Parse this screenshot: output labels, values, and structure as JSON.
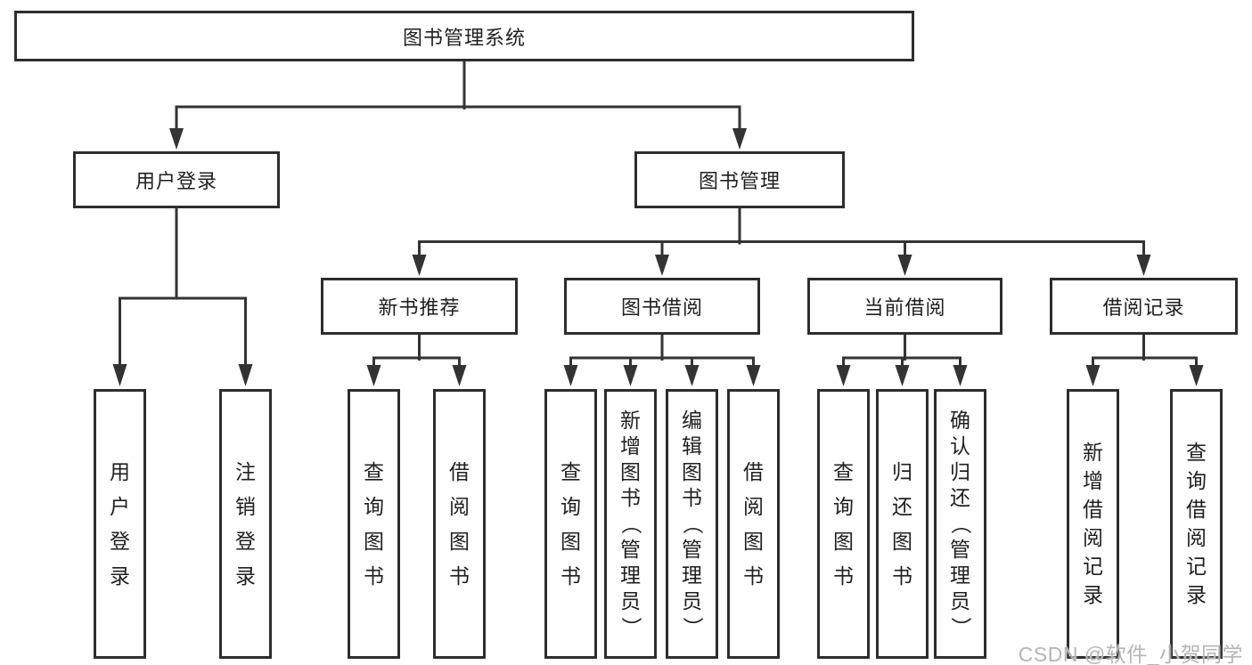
{
  "diagram": {
    "root": "图书管理系统",
    "level2": {
      "user_login": "用户登录",
      "book_management": "图书管理"
    },
    "level3": {
      "new_book_recommend": "新书推荐",
      "book_borrow": "图书借阅",
      "current_borrow": "当前借阅",
      "borrow_records": "借阅记录"
    },
    "leaves": {
      "user_login": "用户登录",
      "logout": "注销登录",
      "recommend_query_books": "查询图书",
      "recommend_borrow_books": "借阅图书",
      "borrow_query_books": "查询图书",
      "borrow_add_books_admin": "新增图书（管理员）",
      "borrow_edit_books_admin": "编辑图书（管理员）",
      "borrow_borrow_books": "借阅图书",
      "current_query_books": "查询图书",
      "current_return_books": "归还图书",
      "current_confirm_return_admin": "确认归还（管理员）",
      "records_add_record": "新增借阅记录",
      "records_query_record": "查询借阅记录"
    }
  },
  "watermark": "CSDN @软件_小贺同学",
  "colors": {
    "line": "#333333",
    "box_border": "#2d2d2d",
    "text": "#1f1f1f",
    "watermark_text": "#b5b5b5",
    "background": "#ffffff"
  }
}
